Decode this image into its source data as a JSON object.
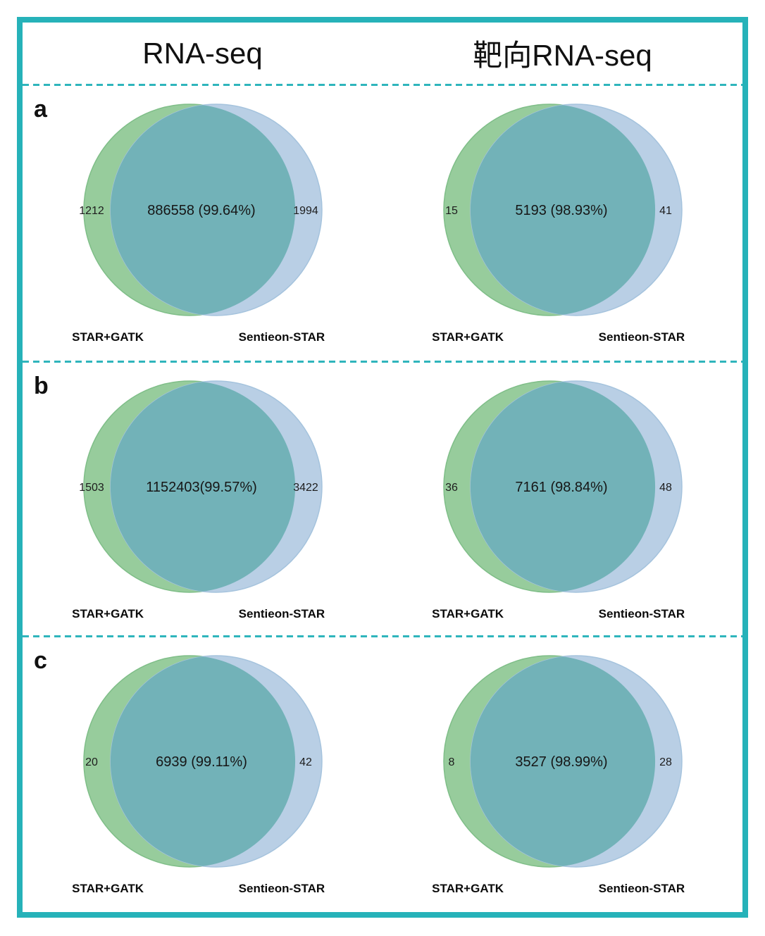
{
  "header": {
    "col1": "RNA-seq",
    "col2": "靶向RNA-seq"
  },
  "colors": {
    "frame_border": "#26b2b9",
    "dashed_separator": "#2fb5bc",
    "left_set_fill": "#97cc9c",
    "right_set_fill": "#b9cfe5",
    "overlap_fill": "#72b2b8"
  },
  "panels": [
    {
      "letter": "a",
      "venns": [
        {
          "left_count": "1212",
          "center_text": "886558 (99.64%)",
          "right_count": "1994",
          "left_label": "STAR+GATK",
          "right_label": "Sentieon-STAR"
        },
        {
          "left_count": "15",
          "center_text": "5193 (98.93%)",
          "right_count": "41",
          "left_label": "STAR+GATK",
          "right_label": "Sentieon-STAR"
        }
      ]
    },
    {
      "letter": "b",
      "venns": [
        {
          "left_count": "1503",
          "center_text": "1152403(99.57%)",
          "right_count": "3422",
          "left_label": "STAR+GATK",
          "right_label": "Sentieon-STAR"
        },
        {
          "left_count": "36",
          "center_text": "7161 (98.84%)",
          "right_count": "48",
          "left_label": "STAR+GATK",
          "right_label": "Sentieon-STAR"
        }
      ]
    },
    {
      "letter": "c",
      "venns": [
        {
          "left_count": "20",
          "center_text": "6939 (99.11%)",
          "right_count": "42",
          "left_label": "STAR+GATK",
          "right_label": "Sentieon-STAR"
        },
        {
          "left_count": "8",
          "center_text": "3527 (98.99%)",
          "right_count": "28",
          "left_label": "STAR+GATK",
          "right_label": "Sentieon-STAR"
        }
      ]
    }
  ],
  "chart_data": [
    {
      "type": "venn",
      "panel": "a",
      "assay": "RNA-seq",
      "sets": [
        "STAR+GATK",
        "Sentieon-STAR"
      ],
      "left_only": 1212,
      "overlap": 886558,
      "overlap_pct": "99.64%",
      "right_only": 1994
    },
    {
      "type": "venn",
      "panel": "a",
      "assay": "靶向RNA-seq",
      "sets": [
        "STAR+GATK",
        "Sentieon-STAR"
      ],
      "left_only": 15,
      "overlap": 5193,
      "overlap_pct": "98.93%",
      "right_only": 41
    },
    {
      "type": "venn",
      "panel": "b",
      "assay": "RNA-seq",
      "sets": [
        "STAR+GATK",
        "Sentieon-STAR"
      ],
      "left_only": 1503,
      "overlap": 1152403,
      "overlap_pct": "99.57%",
      "right_only": 3422
    },
    {
      "type": "venn",
      "panel": "b",
      "assay": "靶向RNA-seq",
      "sets": [
        "STAR+GATK",
        "Sentieon-STAR"
      ],
      "left_only": 36,
      "overlap": 7161,
      "overlap_pct": "98.84%",
      "right_only": 48
    },
    {
      "type": "venn",
      "panel": "c",
      "assay": "RNA-seq",
      "sets": [
        "STAR+GATK",
        "Sentieon-STAR"
      ],
      "left_only": 20,
      "overlap": 6939,
      "overlap_pct": "99.11%",
      "right_only": 42
    },
    {
      "type": "venn",
      "panel": "c",
      "assay": "靶向RNA-seq",
      "sets": [
        "STAR+GATK",
        "Sentieon-STAR"
      ],
      "left_only": 8,
      "overlap": 3527,
      "overlap_pct": "98.99%",
      "right_only": 28
    }
  ]
}
